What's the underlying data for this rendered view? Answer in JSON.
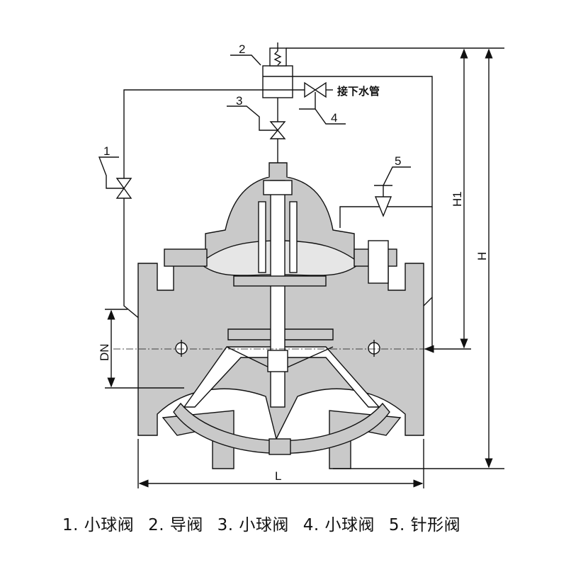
{
  "callouts": {
    "c1": "1",
    "c2": "2",
    "c3": "3",
    "c4": "4",
    "c5": "5"
  },
  "drain_label": "接下水管",
  "dimensions": {
    "H": "H",
    "H1": "H1",
    "DN": "DN",
    "L": "L"
  },
  "legend": [
    {
      "text": "1. 小球阀"
    },
    {
      "text": "2. 导阀"
    },
    {
      "text": "3. 小球阀"
    },
    {
      "text": "4. 小球阀"
    },
    {
      "text": "5. 针形阀"
    }
  ],
  "colors": {
    "body_fill": "#c9c9c9",
    "line": "#111111"
  }
}
